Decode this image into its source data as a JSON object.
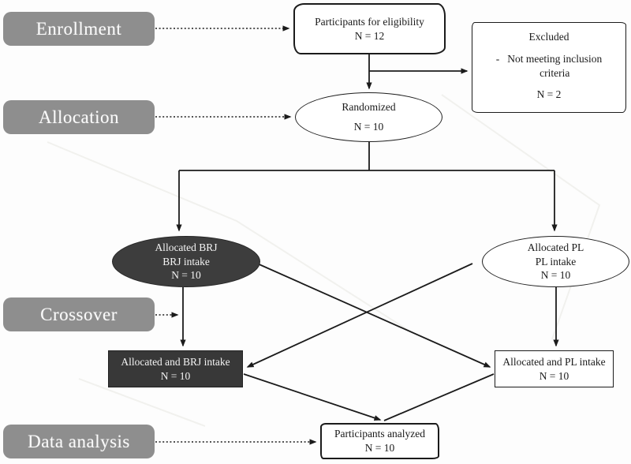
{
  "colors": {
    "stage_fill": "#8e8e8e",
    "dark_fill": "#3d3d3d",
    "line": "#1b1b1b",
    "background": "#fdfdfd"
  },
  "stages": [
    {
      "label": "Enrollment"
    },
    {
      "label": "Allocation"
    },
    {
      "label": "Crossover"
    },
    {
      "label": "Data analysis"
    }
  ],
  "nodes": {
    "eligibility": {
      "line1": "Participants for eligibility",
      "line2": "N = 12"
    },
    "excluded": {
      "title": "Excluded",
      "bullet": "-",
      "reason_line1": "Not meeting inclusion",
      "reason_line2": "criteria",
      "n": "N = 2"
    },
    "randomized": {
      "line1": "Randomized",
      "line2": "N = 10"
    },
    "brj_ellipse": {
      "line1": "Allocated BRJ",
      "line2": "BRJ intake",
      "line3": "N = 10"
    },
    "pl_ellipse": {
      "line1": "Allocated PL",
      "line2": "PL intake",
      "line3": "N = 10"
    },
    "brj_box": {
      "line1": "Allocated and BRJ intake",
      "line2": "N = 10"
    },
    "pl_box": {
      "line1": "Allocated and PL intake",
      "line2": "N = 10"
    },
    "analyzed": {
      "line1": "Participants analyzed",
      "line2": "N = 10"
    }
  }
}
